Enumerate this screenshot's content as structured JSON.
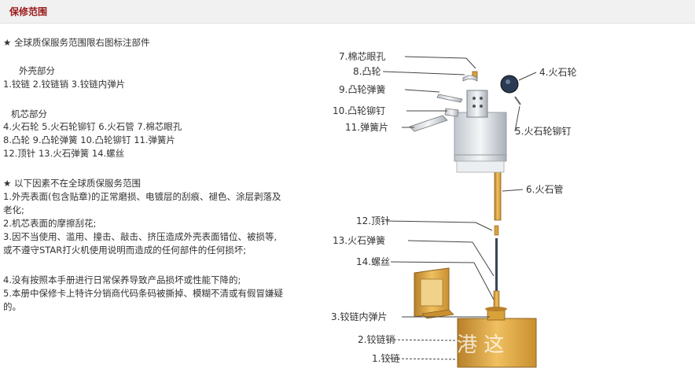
{
  "header": {
    "title": "保修范围"
  },
  "scope": {
    "intro": "★ 全球质保服务范围限右图标注部件",
    "shell_heading": "外壳部分",
    "shell_parts": "1.铰链  2.铰链销  3.铰链内弹片",
    "core_heading": "机芯部分",
    "core_line1": "4.火石轮  5.火石轮铆钉  6.火石管  7.棉芯眼孔",
    "core_line2": "8.凸轮  9.凸轮弹簧  10.凸轮铆钉  11.弹簧片",
    "core_line3": "12.顶针  13.火石弹簧  14.螺丝"
  },
  "exclusions": {
    "heading": "★ 以下因素不在全球质保服务范围",
    "item1_a": "1.外壳表面(包含贴章)的正常磨损、电镀层的刮痕、褪色、涂层剥落及",
    "item1_b": "老化;",
    "item2": "2.机芯表面的摩擦刮花;",
    "item3_a": "3.因不当使用、滥用、撞击、敲击、挤压造成外壳表面错位、被损等,",
    "item3_b": "或不遵守STAR打火机使用说明而造成的任何部件的任何损坏;",
    "item4": "4.没有按照本手册进行日常保养导致产品损坏或性能下降的;",
    "item5_a": "5.本册中保修卡上特许分销商代码条码被撕掉、模糊不清或有假冒嫌疑",
    "item5_b": "的。"
  },
  "diagram": {
    "labels": {
      "wick_hole": "7.棉芯眼孔",
      "cam": "8.凸轮",
      "cam_spring": "9.凸轮弹簧",
      "cam_rivet": "10.凸轮铆钉",
      "spring_leaf": "11.弹簧片",
      "flint_wheel": "4.火石轮",
      "wheel_rivet": "5.火石轮铆钉",
      "flint_tube": "6.火石管",
      "ejector_pin": "12.顶针",
      "flint_spring": "13.火石弹簧",
      "screw": "14.螺丝",
      "hinge_spring": "3.铰链内弹片",
      "hinge_pin": "2.铰链销",
      "hinge": "1.铰链"
    },
    "watermark": "港 这",
    "colors": {
      "gold": "#d9a13a",
      "gold_dark": "#b8802a",
      "line": "#444444"
    }
  }
}
